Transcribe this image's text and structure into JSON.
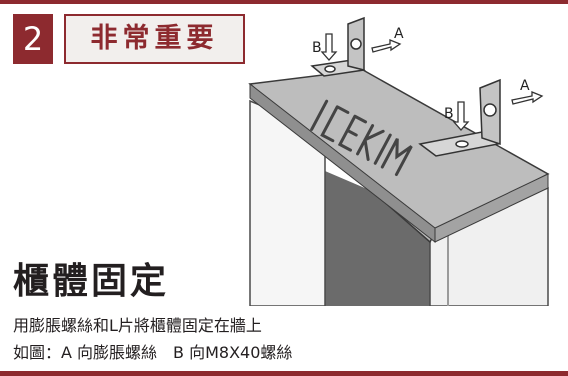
{
  "step": {
    "number": "2",
    "importance": "非常重要"
  },
  "title": "櫃體固定",
  "description": {
    "line1": "用膨脹螺絲和L片將櫃體固定在牆上",
    "line2": "如圖：A 向膨脹螺絲　B 向M8X40螺絲"
  },
  "illustration": {
    "labels": {
      "left_a": "A",
      "left_b": "B",
      "right_a": "A",
      "right_b": "B"
    },
    "logo_text": "ICEKIM"
  },
  "colors": {
    "accent": "#8d2a2f",
    "heading_bg": "#f2efed",
    "text": "#231f20"
  }
}
